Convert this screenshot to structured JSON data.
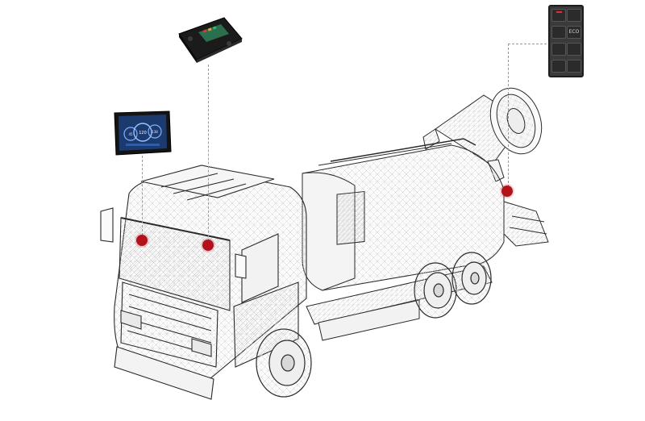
{
  "scene": {
    "subject": "tanker-truck-wireframe",
    "background_color": "#ffffff",
    "line_color": "#2a2a2a",
    "hotspot_color": "#b3121a"
  },
  "display_panel": {
    "gauge_left": "45",
    "gauge_center": "120",
    "gauge_right": "138",
    "screen_color": "#1d3a6e"
  },
  "controller_unit": {
    "body_color": "#1b1b1b",
    "screen_color": "#2b6f4e"
  },
  "keypad": {
    "key_labels": [
      "",
      "",
      "",
      "ECO",
      "",
      "",
      "",
      ""
    ],
    "led_color": "#e12d39"
  },
  "hotspots": [
    "hotspot-windshield-left",
    "hotspot-windshield-right",
    "hotspot-tank-rear"
  ]
}
